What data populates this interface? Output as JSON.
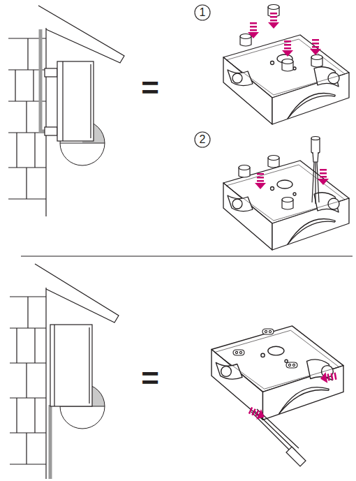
{
  "diagram": {
    "labels": [
      "1",
      "2",
      "=",
      "="
    ]
  }
}
